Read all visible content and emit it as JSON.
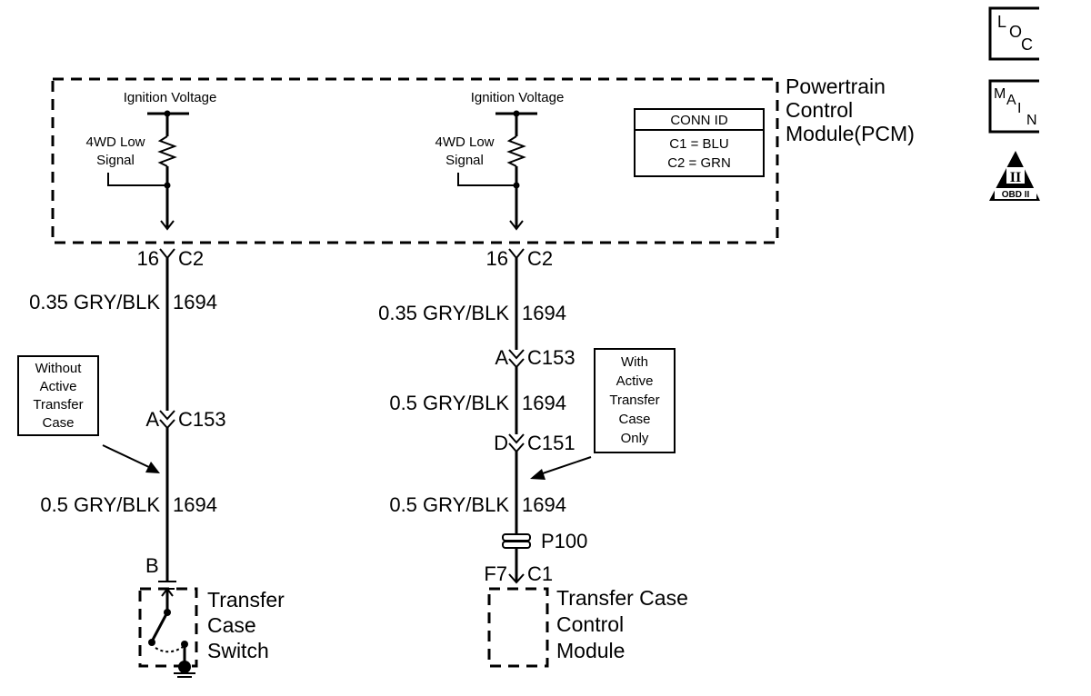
{
  "pcm": {
    "name_lines": [
      "Powertrain",
      "Control",
      "Module(PCM)"
    ],
    "left": {
      "supply": "Ignition Voltage",
      "signal_lines": [
        "4WD Low",
        "Signal"
      ]
    },
    "right": {
      "supply": "Ignition Voltage",
      "signal_lines": [
        "4WD Low",
        "Signal"
      ]
    },
    "conn_id": {
      "title": "CONN ID",
      "rows": [
        "C1 = BLU",
        "C2 = GRN"
      ]
    }
  },
  "left_circuit": {
    "pcm_pin": "16",
    "pcm_conn": "C2",
    "wire1": {
      "gauge_color": "0.35 GRY/BLK",
      "circuit": "1694"
    },
    "inline": {
      "pin": "A",
      "conn": "C153"
    },
    "wire2": {
      "gauge_color": "0.5 GRY/BLK",
      "circuit": "1694"
    },
    "note_lines": [
      "Without",
      "Active",
      "Transfer",
      "Case"
    ],
    "end_pin": "B",
    "device_lines": [
      "Transfer",
      "Case",
      "Switch"
    ]
  },
  "right_circuit": {
    "pcm_pin": "16",
    "pcm_conn": "C2",
    "wire1": {
      "gauge_color": "0.35 GRY/BLK",
      "circuit": "1694"
    },
    "inline1": {
      "pin": "A",
      "conn": "C153"
    },
    "wire2": {
      "gauge_color": "0.5 GRY/BLK",
      "circuit": "1694"
    },
    "inline2": {
      "pin": "D",
      "conn": "C151"
    },
    "wire3": {
      "gauge_color": "0.5 GRY/BLK",
      "circuit": "1694"
    },
    "splice": "P100",
    "end_pin": "F7",
    "end_conn": "C1",
    "note_lines": [
      "With",
      "Active",
      "Transfer",
      "Case",
      "Only"
    ],
    "device_lines": [
      "Transfer Case",
      "Control",
      "Module"
    ]
  },
  "badges": {
    "loc": [
      "L",
      "O",
      "C"
    ],
    "main": [
      "M",
      "A",
      "I",
      "N"
    ],
    "obd": {
      "numeral": "II",
      "caption": "OBD II"
    }
  }
}
